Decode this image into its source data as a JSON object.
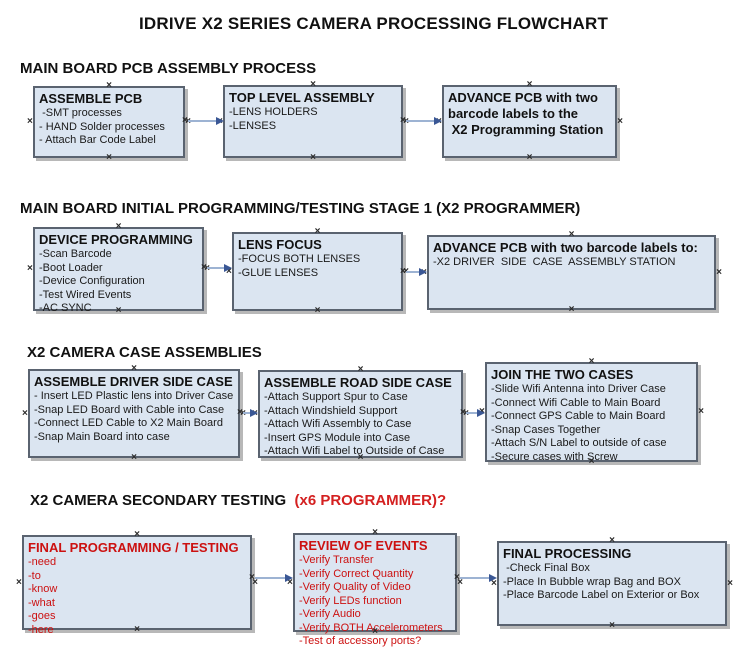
{
  "title": "IDRIVE X2  SERIES CAMERA PROCESSING FLOWCHART",
  "glyphs": {
    "connection_point": "×"
  },
  "colors": {
    "box_fill": "#dbe5f1",
    "box_border": "#5a6370",
    "red_text": "#cc1111",
    "heading_red": "#d42020",
    "arrow_line": "#9db3d3",
    "arrow_head": "#3a5795"
  },
  "sections": [
    {
      "heading": "MAIN BOARD PCB ASSEMBLY PROCESS",
      "boxes": [
        {
          "title": "ASSEMBLE PCB",
          "items": [
            " -SMT processes",
            "- HAND Solder processes",
            "- Attach Bar Code Label"
          ]
        },
        {
          "title": "TOP LEVEL ASSEMBLY",
          "items": [
            "-LENS HOLDERS",
            "-LENSES"
          ]
        },
        {
          "title": "ADVANCE PCB with two\nbarcode labels to the\n X2 Programming Station",
          "items": []
        }
      ]
    },
    {
      "heading": "MAIN BOARD INITIAL PROGRAMMING/TESTING STAGE 1 (X2 PROGRAMMER)",
      "boxes": [
        {
          "title": "DEVICE PROGRAMMING",
          "items": [
            "-Scan Barcode",
            "-Boot Loader",
            "-Device Configuration",
            "-Test Wired Events",
            "-AC SYNC"
          ]
        },
        {
          "title": "LENS FOCUS",
          "items": [
            "-FOCUS BOTH LENSES",
            "-GLUE LENSES"
          ]
        },
        {
          "title": "ADVANCE PCB with two barcode labels to:",
          "items": [
            "-X2 DRIVER  SIDE  CASE  ASSEMBLY STATION"
          ]
        }
      ]
    },
    {
      "heading": "X2 CAMERA CASE ASSEMBLIES",
      "boxes": [
        {
          "title": "ASSEMBLE DRIVER SIDE CASE",
          "items": [
            "- Insert LED Plastic lens into Driver Case",
            "-Snap LED Board with Cable into Case",
            "-Connect LED Cable to X2 Main Board",
            "-Snap Main Board into case"
          ]
        },
        {
          "title": "ASSEMBLE ROAD SIDE CASE",
          "items": [
            "-Attach Support Spur to Case",
            "-Attach Windshield Support",
            "-Attach Wifi Assembly to Case",
            "-Insert GPS Module into Case",
            "-Attach Wifi Label to Outside of Case"
          ]
        },
        {
          "title": "JOIN THE TWO CASES",
          "items": [
            "-Slide Wifi Antenna into Driver Case",
            "-Connect Wifi Cable to Main Board",
            "-Connect GPS Cable to Main Board",
            "-Snap Cases Together",
            "-Attach S/N Label to outside of case",
            "-Secure cases with Screw"
          ]
        }
      ]
    },
    {
      "heading": "X2 CAMERA SECONDARY TESTING ",
      "heading_red": " (x6 PROGRAMMER)?",
      "boxes": [
        {
          "title": "FINAL PROGRAMMING / TESTING",
          "items": [
            "-need",
            "-to",
            "-know",
            "-what",
            "-goes",
            "-here"
          ]
        },
        {
          "title": "REVIEW OF EVENTS",
          "items": [
            "-Verify Transfer",
            "-Verify Correct Quantity",
            "-Verify Quality of Video",
            "-Verify LEDs function",
            "-Verify Audio",
            "-Verify BOTH Accelerometers",
            "-Test of accessory ports?"
          ]
        },
        {
          "title": "FINAL PROCESSING",
          "items": [
            " -Check Final Box",
            "-Place In Bubble wrap Bag and BOX",
            "-Place Barcode Label on Exterior or Box"
          ]
        }
      ]
    }
  ]
}
